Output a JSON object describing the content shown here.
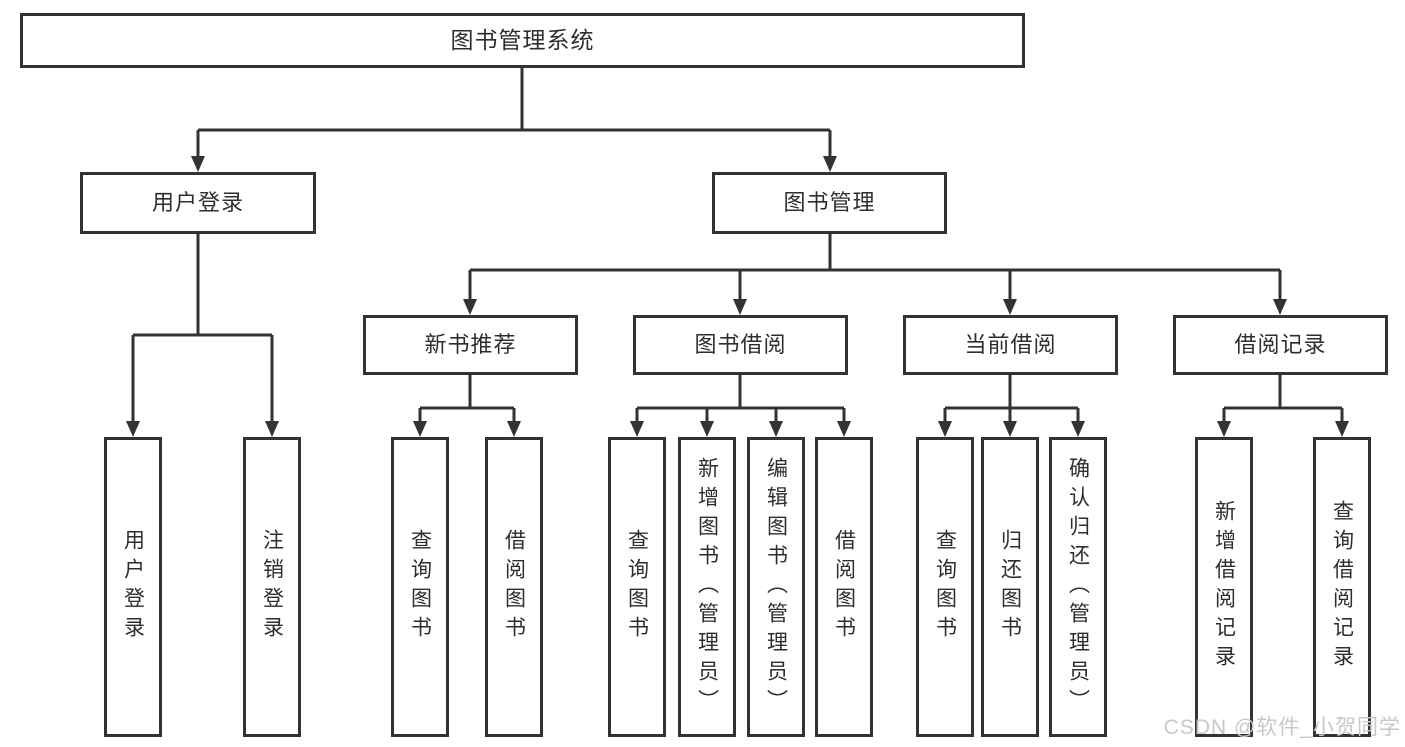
{
  "tree": {
    "label": "图书管理系统",
    "children": [
      {
        "label": "用户登录",
        "children": [
          {
            "label": "用户登录"
          },
          {
            "label": "注销登录"
          }
        ]
      },
      {
        "label": "图书管理",
        "children": [
          {
            "label": "新书推荐",
            "children": [
              {
                "label": "查询图书"
              },
              {
                "label": "借阅图书"
              }
            ]
          },
          {
            "label": "图书借阅",
            "children": [
              {
                "label": "查询图书"
              },
              {
                "label": "新增图书（管理员）"
              },
              {
                "label": "编辑图书（管理员）"
              },
              {
                "label": "借阅图书"
              }
            ]
          },
          {
            "label": "当前借阅",
            "children": [
              {
                "label": "查询图书"
              },
              {
                "label": "归还图书"
              },
              {
                "label": "确认归还（管理员）"
              }
            ]
          },
          {
            "label": "借阅记录",
            "children": [
              {
                "label": "新增借阅记录"
              },
              {
                "label": "查询借阅记录"
              }
            ]
          }
        ]
      }
    ]
  },
  "watermark": {
    "text": "CSDN @软件_小贺同学"
  },
  "colors": {
    "line": "#333333",
    "box-border": "#333333",
    "box-bg": "#ffffff",
    "text": "#2e2e2e",
    "watermark": "#c8c8c8"
  }
}
